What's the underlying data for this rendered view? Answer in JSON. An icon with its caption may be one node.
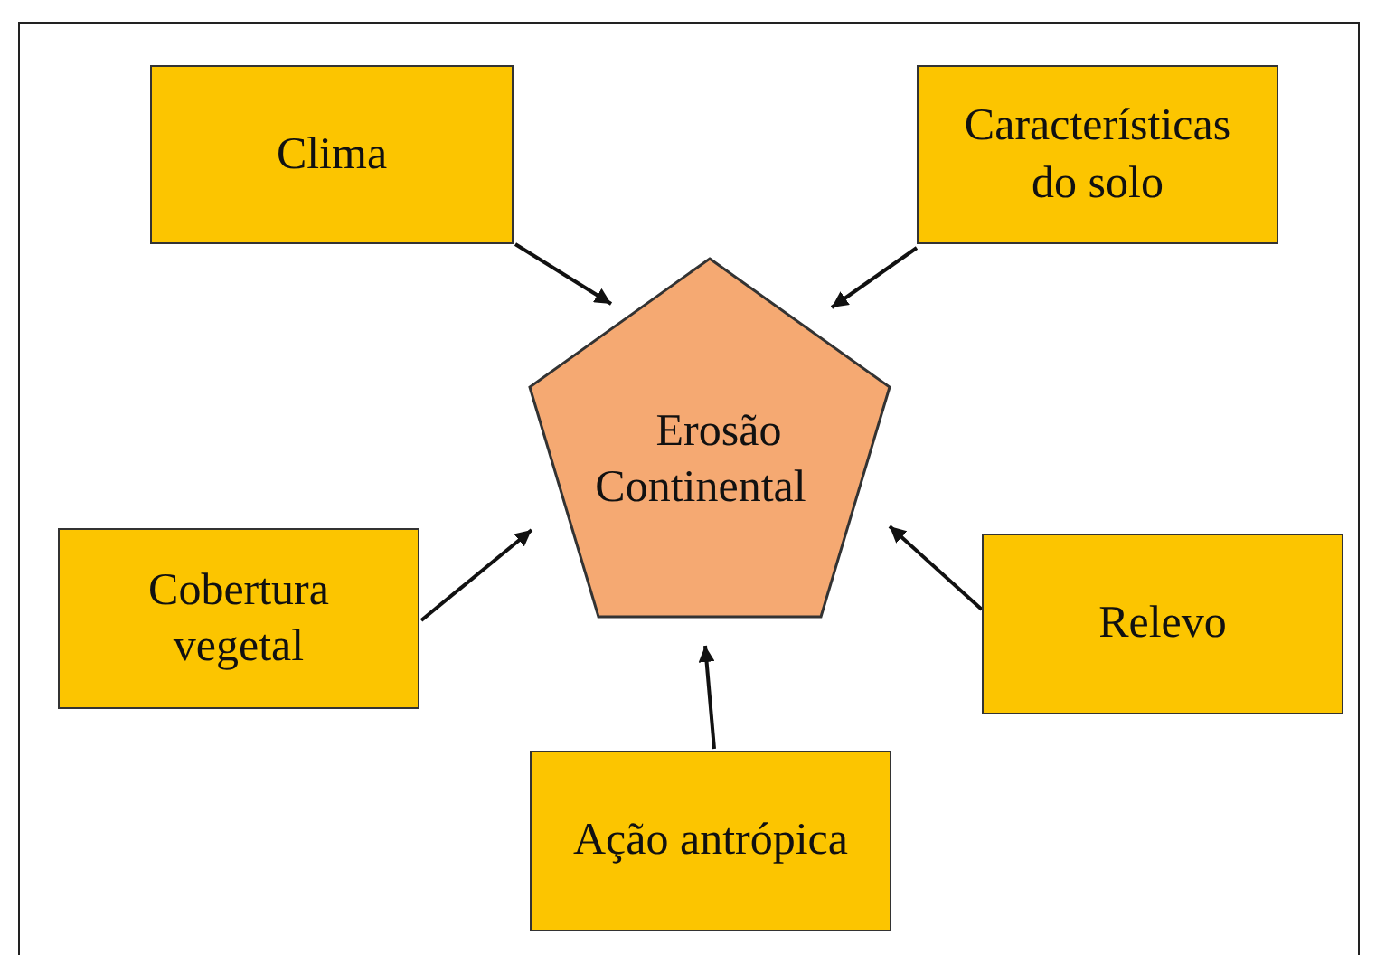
{
  "diagram": {
    "nodes": [
      {
        "text": [
          "Clima"
        ]
      },
      {
        "text": [
          "Características do solo"
        ]
      },
      {
        "text": [
          "Erosão Continental"
        ]
      },
      {
        "text": [
          "Cobertura vegetal"
        ]
      },
      {
        "text": [
          "Relevo"
        ]
      },
      {
        "text": [
          "Ação antrópica"
        ]
      }
    ],
    "edges": [
      {
        "from": 0,
        "to": 2,
        "arrow": "to"
      },
      {
        "from": 1,
        "to": 2,
        "arrow": "to"
      },
      {
        "from": 3,
        "to": 2,
        "arrow": "to"
      },
      {
        "from": 4,
        "to": 2,
        "arrow": "to"
      },
      {
        "from": 5,
        "to": 2,
        "arrow": "to"
      }
    ]
  }
}
